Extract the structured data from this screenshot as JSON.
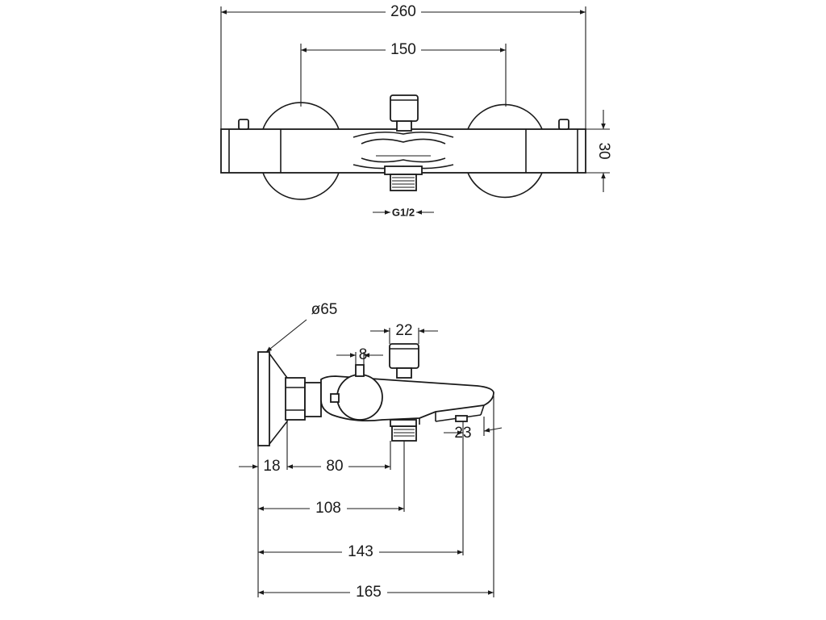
{
  "dimensions": {
    "top_total_width": "260",
    "top_center_distance": "150",
    "top_height": "30",
    "inlet_thread": "G1/2",
    "wall_rosette_diameter": "ø65",
    "knob_width": "22",
    "lever_width": "8",
    "spout_outlet": "23",
    "wall_offset": "18",
    "body_to_outlet": "80",
    "outlet_distance": "108",
    "spout_distance": "143",
    "total_depth": "165"
  }
}
